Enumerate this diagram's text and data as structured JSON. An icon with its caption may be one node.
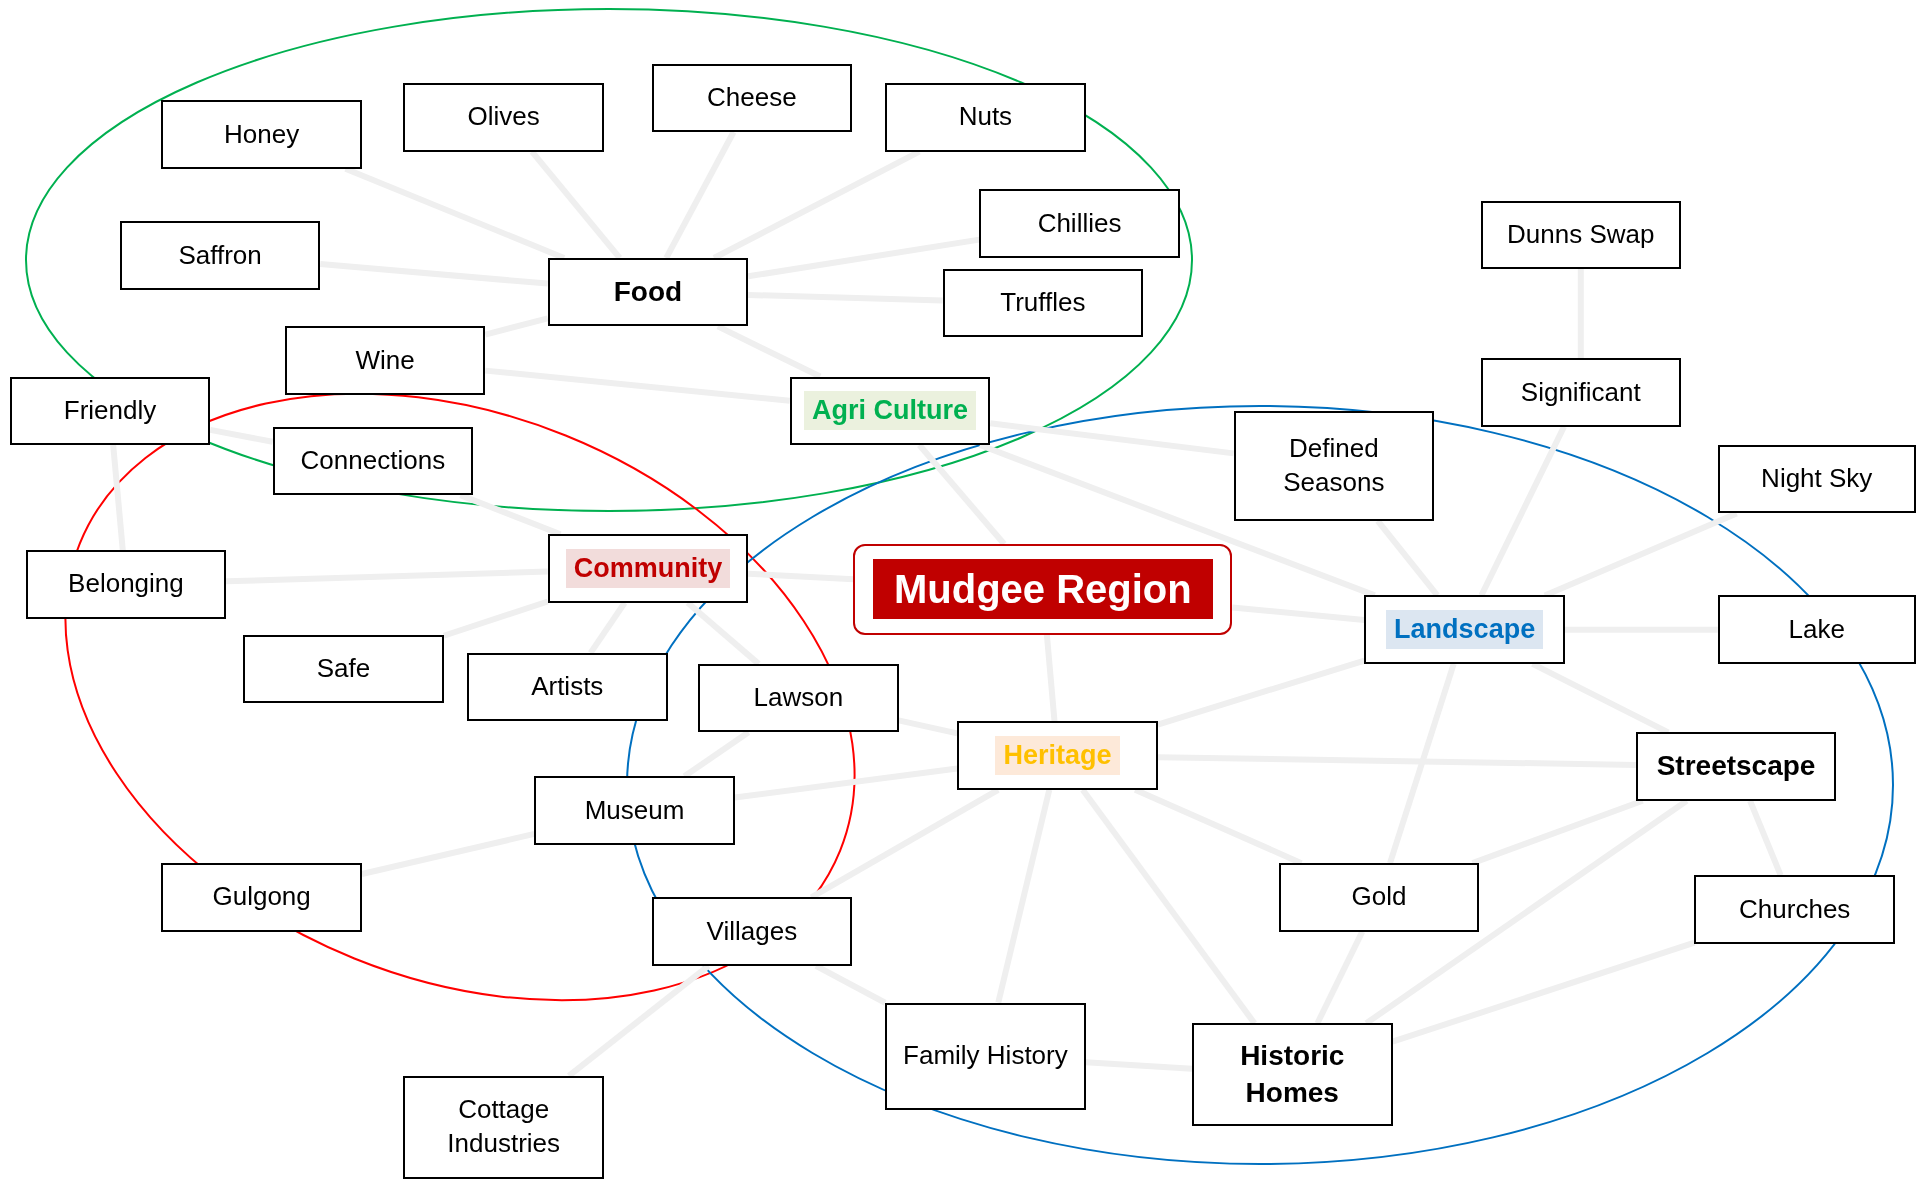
{
  "diagram": {
    "nodes": [
      {
        "text": [
          "Honey"
        ]
      },
      {
        "text": [
          "Olives"
        ]
      },
      {
        "text": [
          "Cheese"
        ]
      },
      {
        "text": [
          "Nuts"
        ]
      },
      {
        "text": [
          "Saffron"
        ]
      },
      {
        "text": [
          "Food"
        ]
      },
      {
        "text": [
          "Chillies"
        ]
      },
      {
        "text": [
          "Truffles"
        ]
      },
      {
        "text": [
          "Wine"
        ]
      },
      {
        "text": [
          "Friendly"
        ]
      },
      {
        "text": [
          "Agri Culture"
        ]
      },
      {
        "text": [
          "Connections"
        ]
      },
      {
        "text": [
          "Dunns Swap"
        ]
      },
      {
        "text": [
          "Significant"
        ]
      },
      {
        "text": [
          "Defined Seasons"
        ]
      },
      {
        "text": [
          "Night Sky"
        ]
      },
      {
        "text": [
          "Belonging"
        ]
      },
      {
        "text": [
          "Community"
        ]
      },
      {
        "text": [
          "Mudgee Region"
        ]
      },
      {
        "text": [
          "Landscape"
        ]
      },
      {
        "text": [
          "Lake"
        ]
      },
      {
        "text": [
          "Safe"
        ]
      },
      {
        "text": [
          "Artists"
        ]
      },
      {
        "text": [
          "Lawson"
        ]
      },
      {
        "text": [
          "Heritage"
        ]
      },
      {
        "text": [
          "Streetscape"
        ]
      },
      {
        "text": [
          "Museum"
        ]
      },
      {
        "text": [
          "Gulgong"
        ]
      },
      {
        "text": [
          "Gold"
        ]
      },
      {
        "text": [
          "Churches"
        ]
      },
      {
        "text": [
          "Villages"
        ]
      },
      {
        "text": [
          "Family History"
        ]
      },
      {
        "text": [
          "Historic Homes"
        ]
      },
      {
        "text": [
          "Cottage Industries"
        ]
      }
    ],
    "edges": [
      {
        "from": 0,
        "to": 5,
        "arrow": "none"
      },
      {
        "from": 1,
        "to": 5,
        "arrow": "none"
      },
      {
        "from": 2,
        "to": 5,
        "arrow": "none"
      },
      {
        "from": 3,
        "to": 5,
        "arrow": "none"
      },
      {
        "from": 4,
        "to": 5,
        "arrow": "none"
      },
      {
        "from": 6,
        "to": 5,
        "arrow": "none"
      },
      {
        "from": 7,
        "to": 5,
        "arrow": "none"
      },
      {
        "from": 8,
        "to": 5,
        "arrow": "none"
      },
      {
        "from": 5,
        "to": 10,
        "arrow": "none"
      },
      {
        "from": 8,
        "to": 10,
        "arrow": "none"
      },
      {
        "from": 9,
        "to": 11,
        "arrow": "none"
      },
      {
        "from": 9,
        "to": 16,
        "arrow": "none"
      },
      {
        "from": 10,
        "to": 14,
        "arrow": "none"
      },
      {
        "from": 10,
        "to": 18,
        "arrow": "none"
      },
      {
        "from": 10,
        "to": 19,
        "arrow": "none"
      },
      {
        "from": 11,
        "to": 17,
        "arrow": "none"
      },
      {
        "from": 16,
        "to": 17,
        "arrow": "none"
      },
      {
        "from": 21,
        "to": 17,
        "arrow": "none"
      },
      {
        "from": 22,
        "to": 17,
        "arrow": "none"
      },
      {
        "from": 17,
        "to": 23,
        "arrow": "none"
      },
      {
        "from": 17,
        "to": 18,
        "arrow": "none"
      },
      {
        "from": 12,
        "to": 13,
        "arrow": "none"
      },
      {
        "from": 13,
        "to": 19,
        "arrow": "none"
      },
      {
        "from": 14,
        "to": 19,
        "arrow": "none"
      },
      {
        "from": 15,
        "to": 19,
        "arrow": "none"
      },
      {
        "from": 18,
        "to": 19,
        "arrow": "none"
      },
      {
        "from": 19,
        "to": 20,
        "arrow": "none"
      },
      {
        "from": 18,
        "to": 24,
        "arrow": "none"
      },
      {
        "from": 23,
        "to": 24,
        "arrow": "none"
      },
      {
        "from": 26,
        "to": 23,
        "arrow": "none"
      },
      {
        "from": 26,
        "to": 24,
        "arrow": "none"
      },
      {
        "from": 27,
        "to": 26,
        "arrow": "none"
      },
      {
        "from": 24,
        "to": 19,
        "arrow": "none"
      },
      {
        "from": 24,
        "to": 25,
        "arrow": "none"
      },
      {
        "from": 24,
        "to": 30,
        "arrow": "none"
      },
      {
        "from": 24,
        "to": 31,
        "arrow": "none"
      },
      {
        "from": 24,
        "to": 32,
        "arrow": "none"
      },
      {
        "from": 24,
        "to": 28,
        "arrow": "none"
      },
      {
        "from": 19,
        "to": 28,
        "arrow": "none"
      },
      {
        "from": 19,
        "to": 25,
        "arrow": "none"
      },
      {
        "from": 25,
        "to": 28,
        "arrow": "none"
      },
      {
        "from": 25,
        "to": 29,
        "arrow": "none"
      },
      {
        "from": 25,
        "to": 32,
        "arrow": "none"
      },
      {
        "from": 29,
        "to": 32,
        "arrow": "none"
      },
      {
        "from": 28,
        "to": 32,
        "arrow": "none"
      },
      {
        "from": 31,
        "to": 32,
        "arrow": "none"
      },
      {
        "from": 30,
        "to": 33,
        "arrow": "none"
      },
      {
        "from": 30,
        "to": 31,
        "arrow": "none"
      }
    ]
  }
}
